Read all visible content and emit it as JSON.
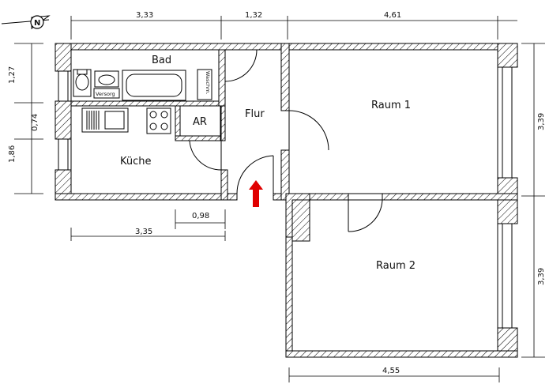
{
  "rooms": {
    "bad": "Bad",
    "flur": "Flur",
    "raum1": "Raum 1",
    "raum2": "Raum 2",
    "kueche": "Küche",
    "ar": "AR"
  },
  "fixtures": {
    "versorg": "Versorg",
    "wasch": "Waschm."
  },
  "dimensions": {
    "top_left": "3,33",
    "top_mid": "1,32",
    "top_right": "4,61",
    "left_upper": "1,27",
    "left_mid": "0,74",
    "left_lower": "1,86",
    "bottom_small": "0,98",
    "bottom_left": "3,35",
    "right_upper": "3,39",
    "right_lower": "3,39",
    "bottom_right": "4,55"
  },
  "compass": {
    "letter": "N"
  },
  "colors": {
    "wall": "#000000",
    "entrance_arrow": "#e00000"
  }
}
